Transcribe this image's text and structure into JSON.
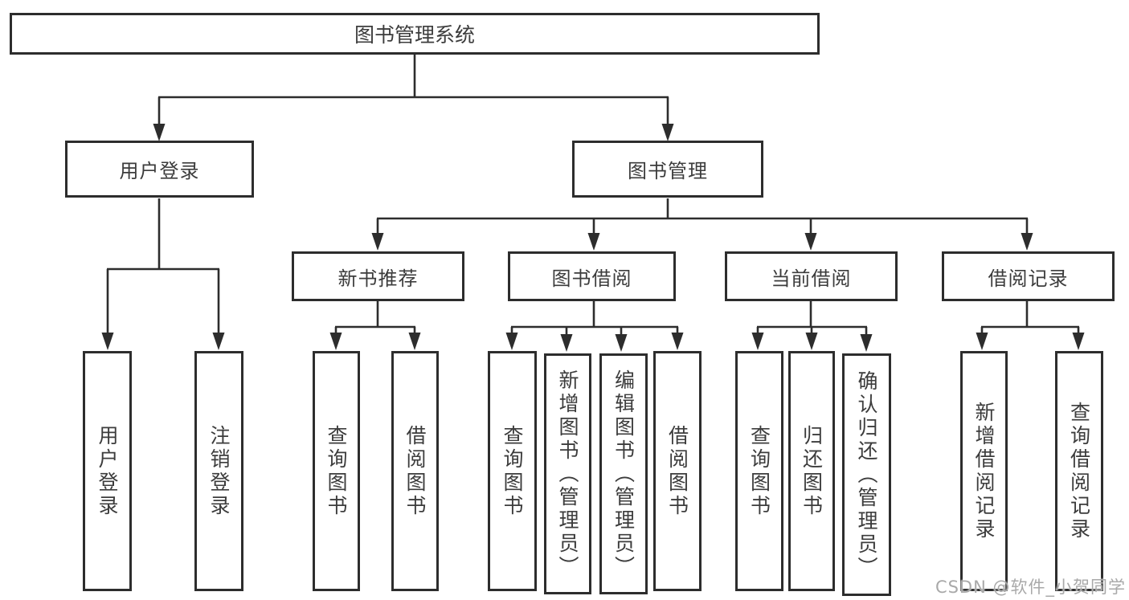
{
  "diagram": {
    "title": "图书管理系统",
    "level2": [
      {
        "label": "用户登录"
      },
      {
        "label": "图书管理"
      }
    ],
    "level3": [
      {
        "label": "新书推荐"
      },
      {
        "label": "图书借阅"
      },
      {
        "label": "当前借阅"
      },
      {
        "label": "借阅记录"
      }
    ],
    "leaves": {
      "user_login": [
        "用户登录",
        "注销登录"
      ],
      "new_book": [
        "查询图书",
        "借阅图书"
      ],
      "book_borrow": [
        "查询图书",
        "新增图书（管理员）",
        "编辑图书（管理员）",
        "借阅图书"
      ],
      "current_borrow": [
        "查询图书",
        "归还图书",
        "确认归还（管理员）"
      ],
      "borrow_records": [
        "新增借阅记录",
        "查询借阅记录"
      ]
    },
    "line_color": "#2d2d2d",
    "text_color": "#3c3c3c"
  },
  "watermark": "CSDN @软件_小贺同学"
}
